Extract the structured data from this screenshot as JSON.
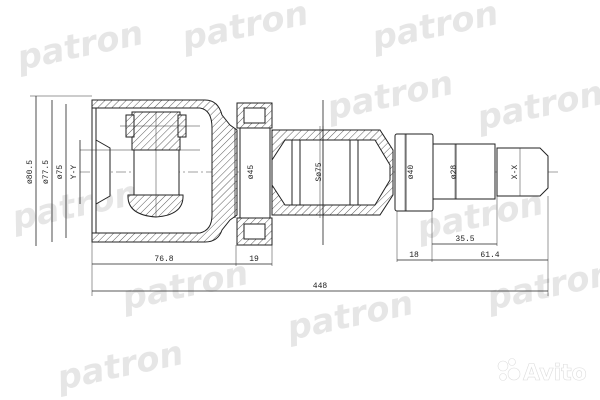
{
  "watermark": {
    "text": "patron"
  },
  "logo": {
    "text": "Avito"
  },
  "dimensions": {
    "d_outer": "ø80.5",
    "d_mid": "ø77.5",
    "d_inner": "ø75",
    "axis_y": "Y-Y",
    "d_bearing": "ø45",
    "d_sphere": "Sø75",
    "d_shaft1": "ø40",
    "d_shaft2": "ø28",
    "axis_x": "X-X",
    "len_housing": "76.8",
    "len_bearing": "19",
    "len_step": "18",
    "len_shaft": "61.4",
    "len_spline": "35.5",
    "len_total": "448"
  }
}
